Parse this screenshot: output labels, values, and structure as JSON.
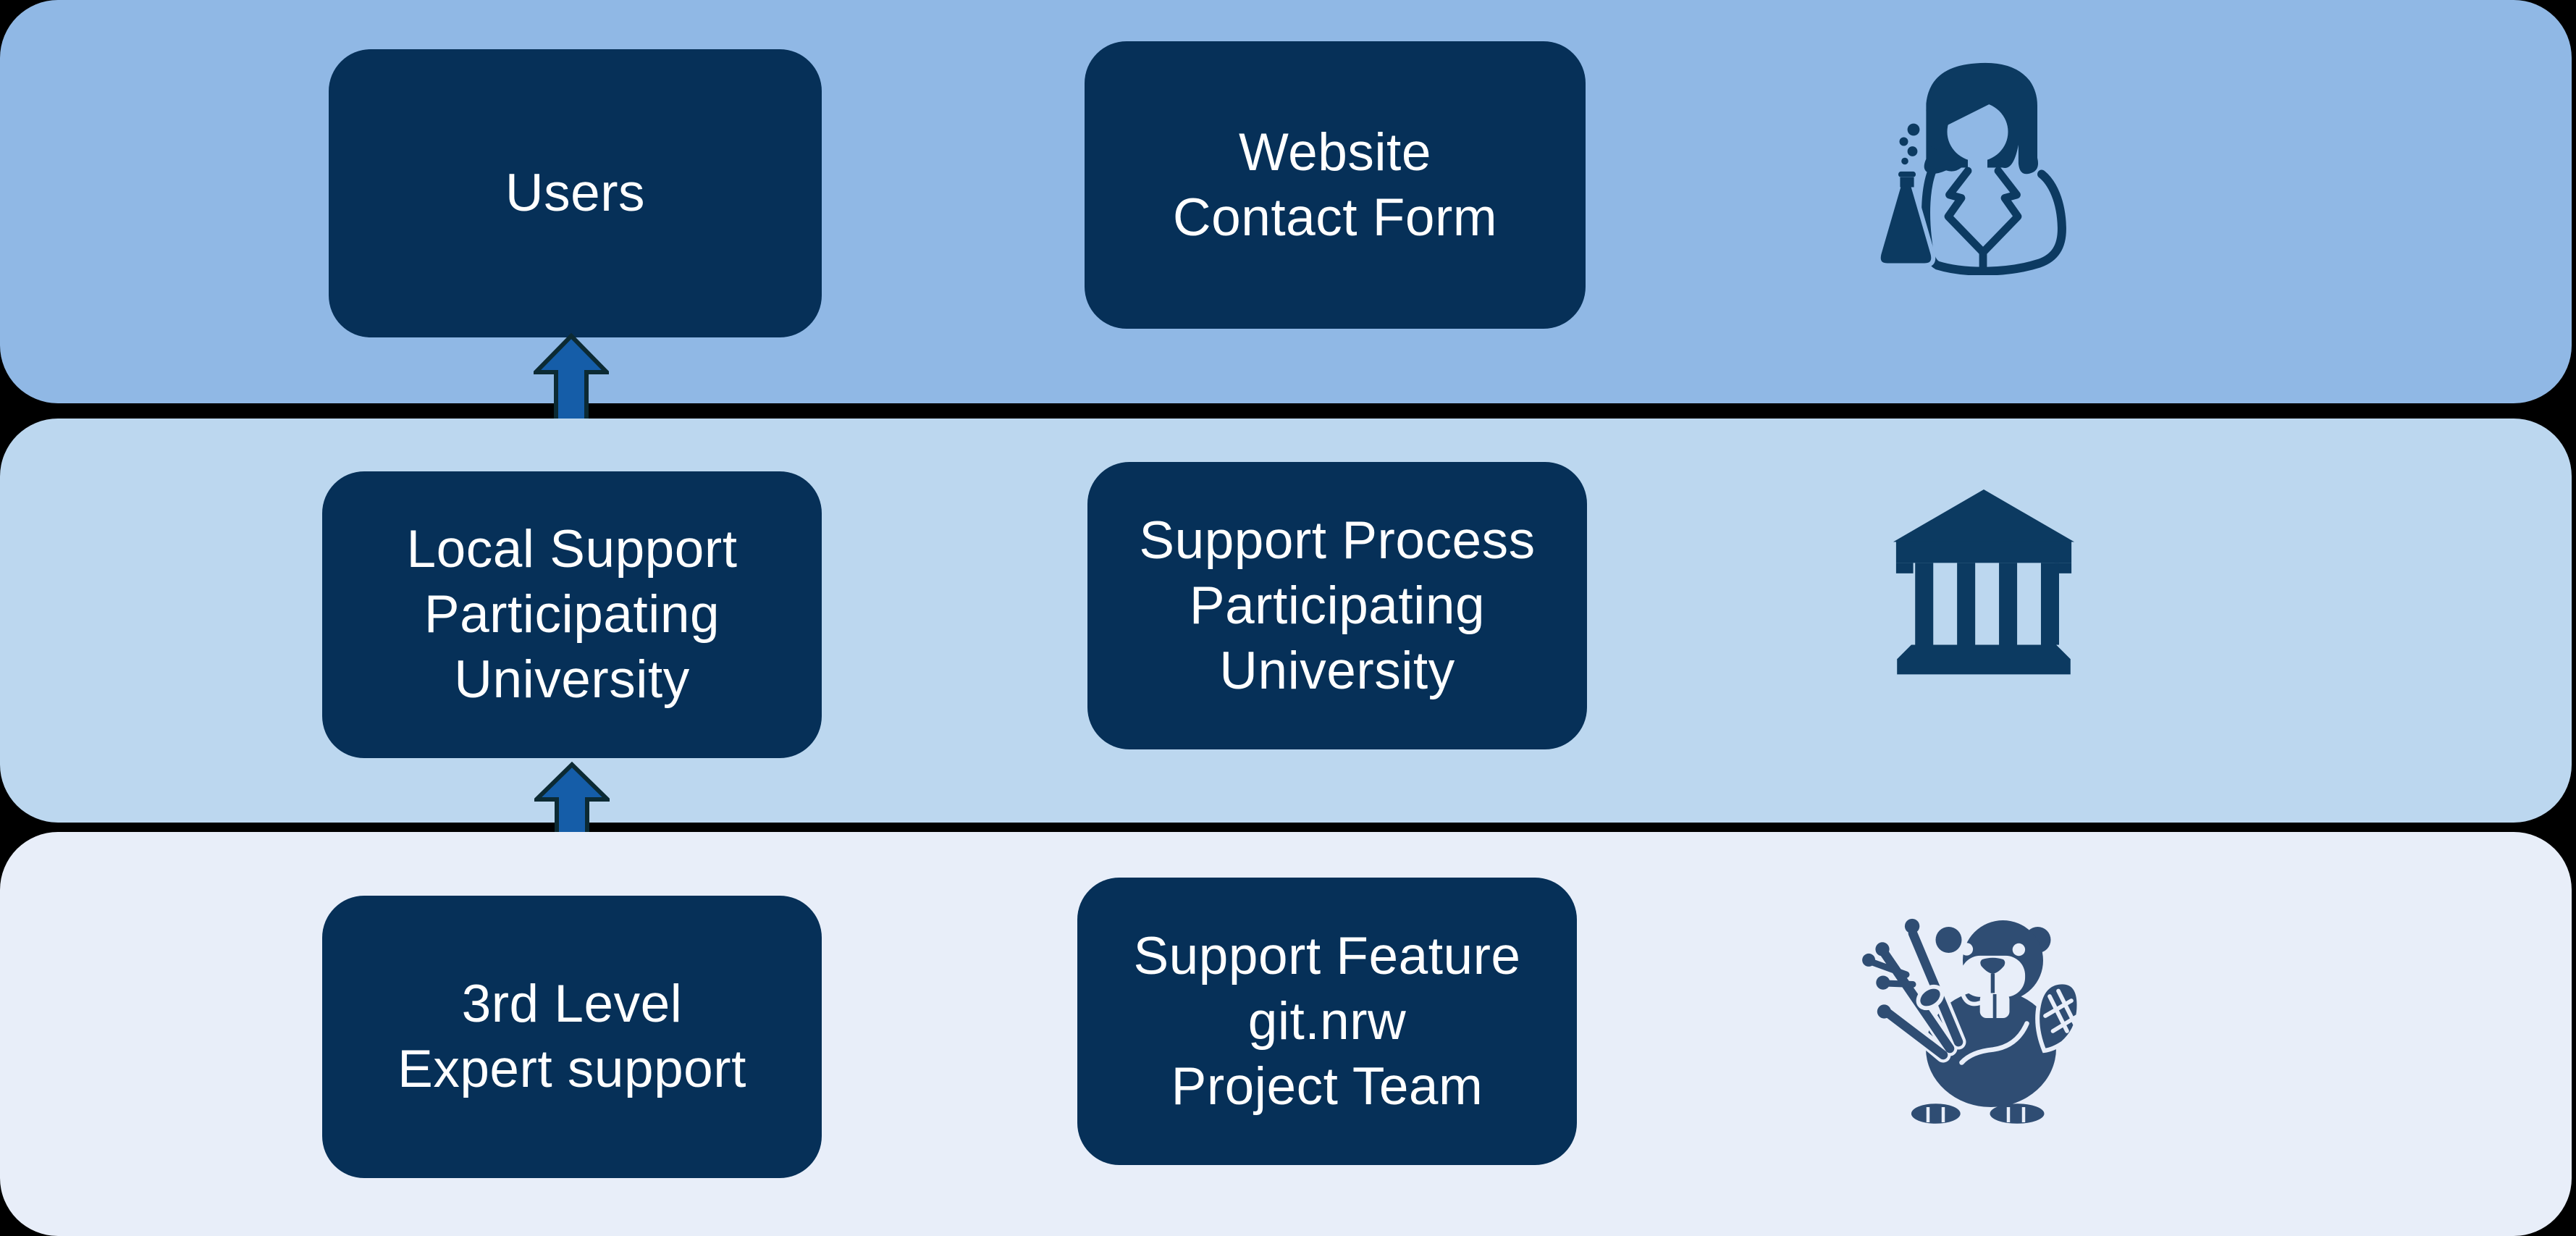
{
  "page": {
    "background": "#000000",
    "description": "Three-tier support structure diagram"
  },
  "colors": {
    "tier1_bg": "#90b8e5",
    "tier2_bg": "#bcd7ef",
    "tier3_bg": "#e8eef9",
    "box_bg": "#063058",
    "box_text": "#ffffff",
    "arrow_fill": "#155da8",
    "arrow_outline": "#0c2a33",
    "icon_navy": "#0c3a61",
    "beaver_navy": "#2f4d73"
  },
  "tiers": [
    {
      "name": "users",
      "boxes": [
        {
          "label": "Users"
        },
        {
          "label": "Website\nContact Form"
        }
      ],
      "icon": "female-scientist"
    },
    {
      "name": "participating-university",
      "boxes": [
        {
          "label": "Local Support\nParticipating\nUniversity"
        },
        {
          "label": "Support Process\nParticipating\nUniversity"
        }
      ],
      "icon": "university-building"
    },
    {
      "name": "expert",
      "boxes": [
        {
          "label": "3rd Level\nExpert support"
        },
        {
          "label": "Support Feature\ngit.nrw\nProject Team"
        }
      ],
      "icon": "beaver-mascot"
    }
  ],
  "arrows": [
    {
      "between": "users-and-university",
      "type": "bidirectional"
    },
    {
      "between": "university-and-expert",
      "type": "bidirectional"
    }
  ]
}
